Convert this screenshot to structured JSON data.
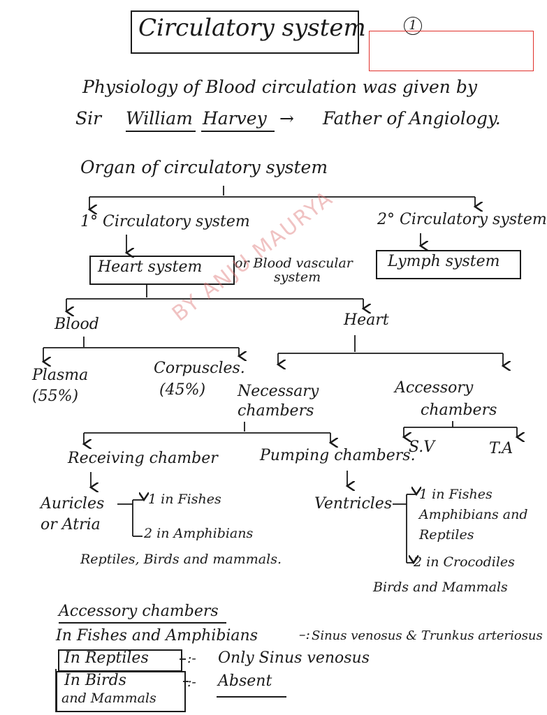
{
  "page": {
    "title": "Circulatory system",
    "page_number": "1",
    "watermark": "BY ANJU MAURYA"
  },
  "intro": {
    "line1": "Physiology of Blood circulation was given by",
    "line2_prefix": "Sir",
    "line2_name1": "William",
    "line2_name2": "Harvey",
    "line2_arrow": "→",
    "line2_suffix": "Father of Angiology."
  },
  "tree": {
    "root": "Organ of circulatory system",
    "primary": "1° Circulatory system",
    "secondary": "2° Circulatory system",
    "heart_system": "Heart system",
    "heart_system_alt1": "or Blood vascular",
    "heart_system_alt2": "system",
    "lymph_system": "Lymph system",
    "blood": "Blood",
    "heart": "Heart",
    "plasma": "Plasma",
    "plasma_pct": "(55%)",
    "corpuscles": "Corpuscles.",
    "corpuscles_pct": "(45%)",
    "necessary1": "Necessary",
    "necessary2": "chambers",
    "accessory1": "Accessory",
    "accessory2": "chambers",
    "sv": "S.V",
    "ta": "T.A",
    "receiving": "Receiving chamber",
    "pumping": "Pumping chambers.",
    "auricles1": "Auricles",
    "auricles2": "or Atria",
    "auricles_one": "1 in Fishes",
    "auricles_two": "2 in Amphibians",
    "auricles_two_cont": "Reptiles, Birds and mammals.",
    "ventricles": "Ventricles",
    "ventricles_one1": "1 in Fishes",
    "ventricles_one2": "Amphibians and",
    "ventricles_one3": "Reptiles",
    "ventricles_two": "2 in Crocodiles",
    "ventricles_two_cont": "Birds and Mammals"
  },
  "accessory_section": {
    "heading": "Accessory chambers",
    "fish_label": "In Fishes and Amphibians",
    "fish_value": "Sinus venosus & Trunkus arteriosus",
    "reptiles_label": "In Reptiles",
    "reptiles_value": "Only Sinus venosus",
    "birds_label1": "In Birds",
    "birds_label2": "and Mammals",
    "birds_value": "Absent"
  }
}
